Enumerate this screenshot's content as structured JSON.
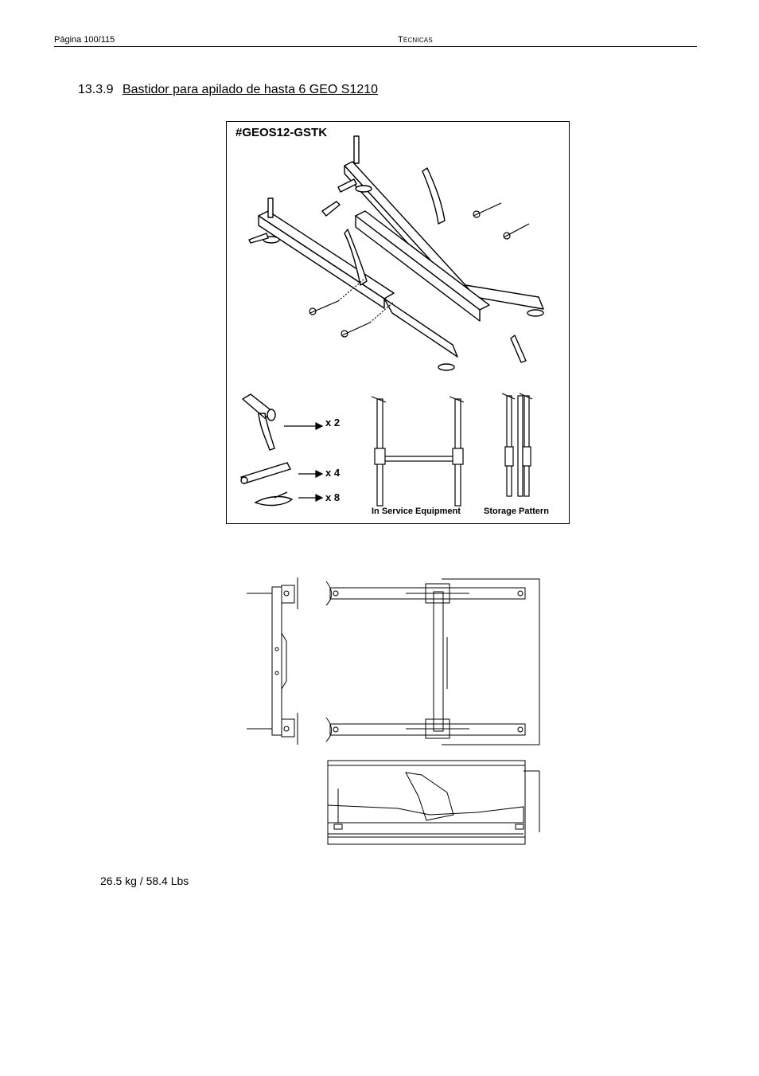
{
  "header": {
    "page": "Página 100/115",
    "section": "Técnicas"
  },
  "section": {
    "number": "13.3.9",
    "title": "Bastidor para apilado de hasta 6 GEO S1210"
  },
  "kit": {
    "code": "#GEOS12-GSTK",
    "items": [
      {
        "icon": "clamp-lever-icon",
        "qty": "x 2"
      },
      {
        "icon": "pin-icon",
        "qty": "x 4"
      },
      {
        "icon": "r-clip-icon",
        "qty": "x 8"
      }
    ],
    "captions": {
      "in_service": "In Service Equipment",
      "storage": "Storage Pattern"
    }
  },
  "weight": "26.5 kg / 58.4 Lbs"
}
